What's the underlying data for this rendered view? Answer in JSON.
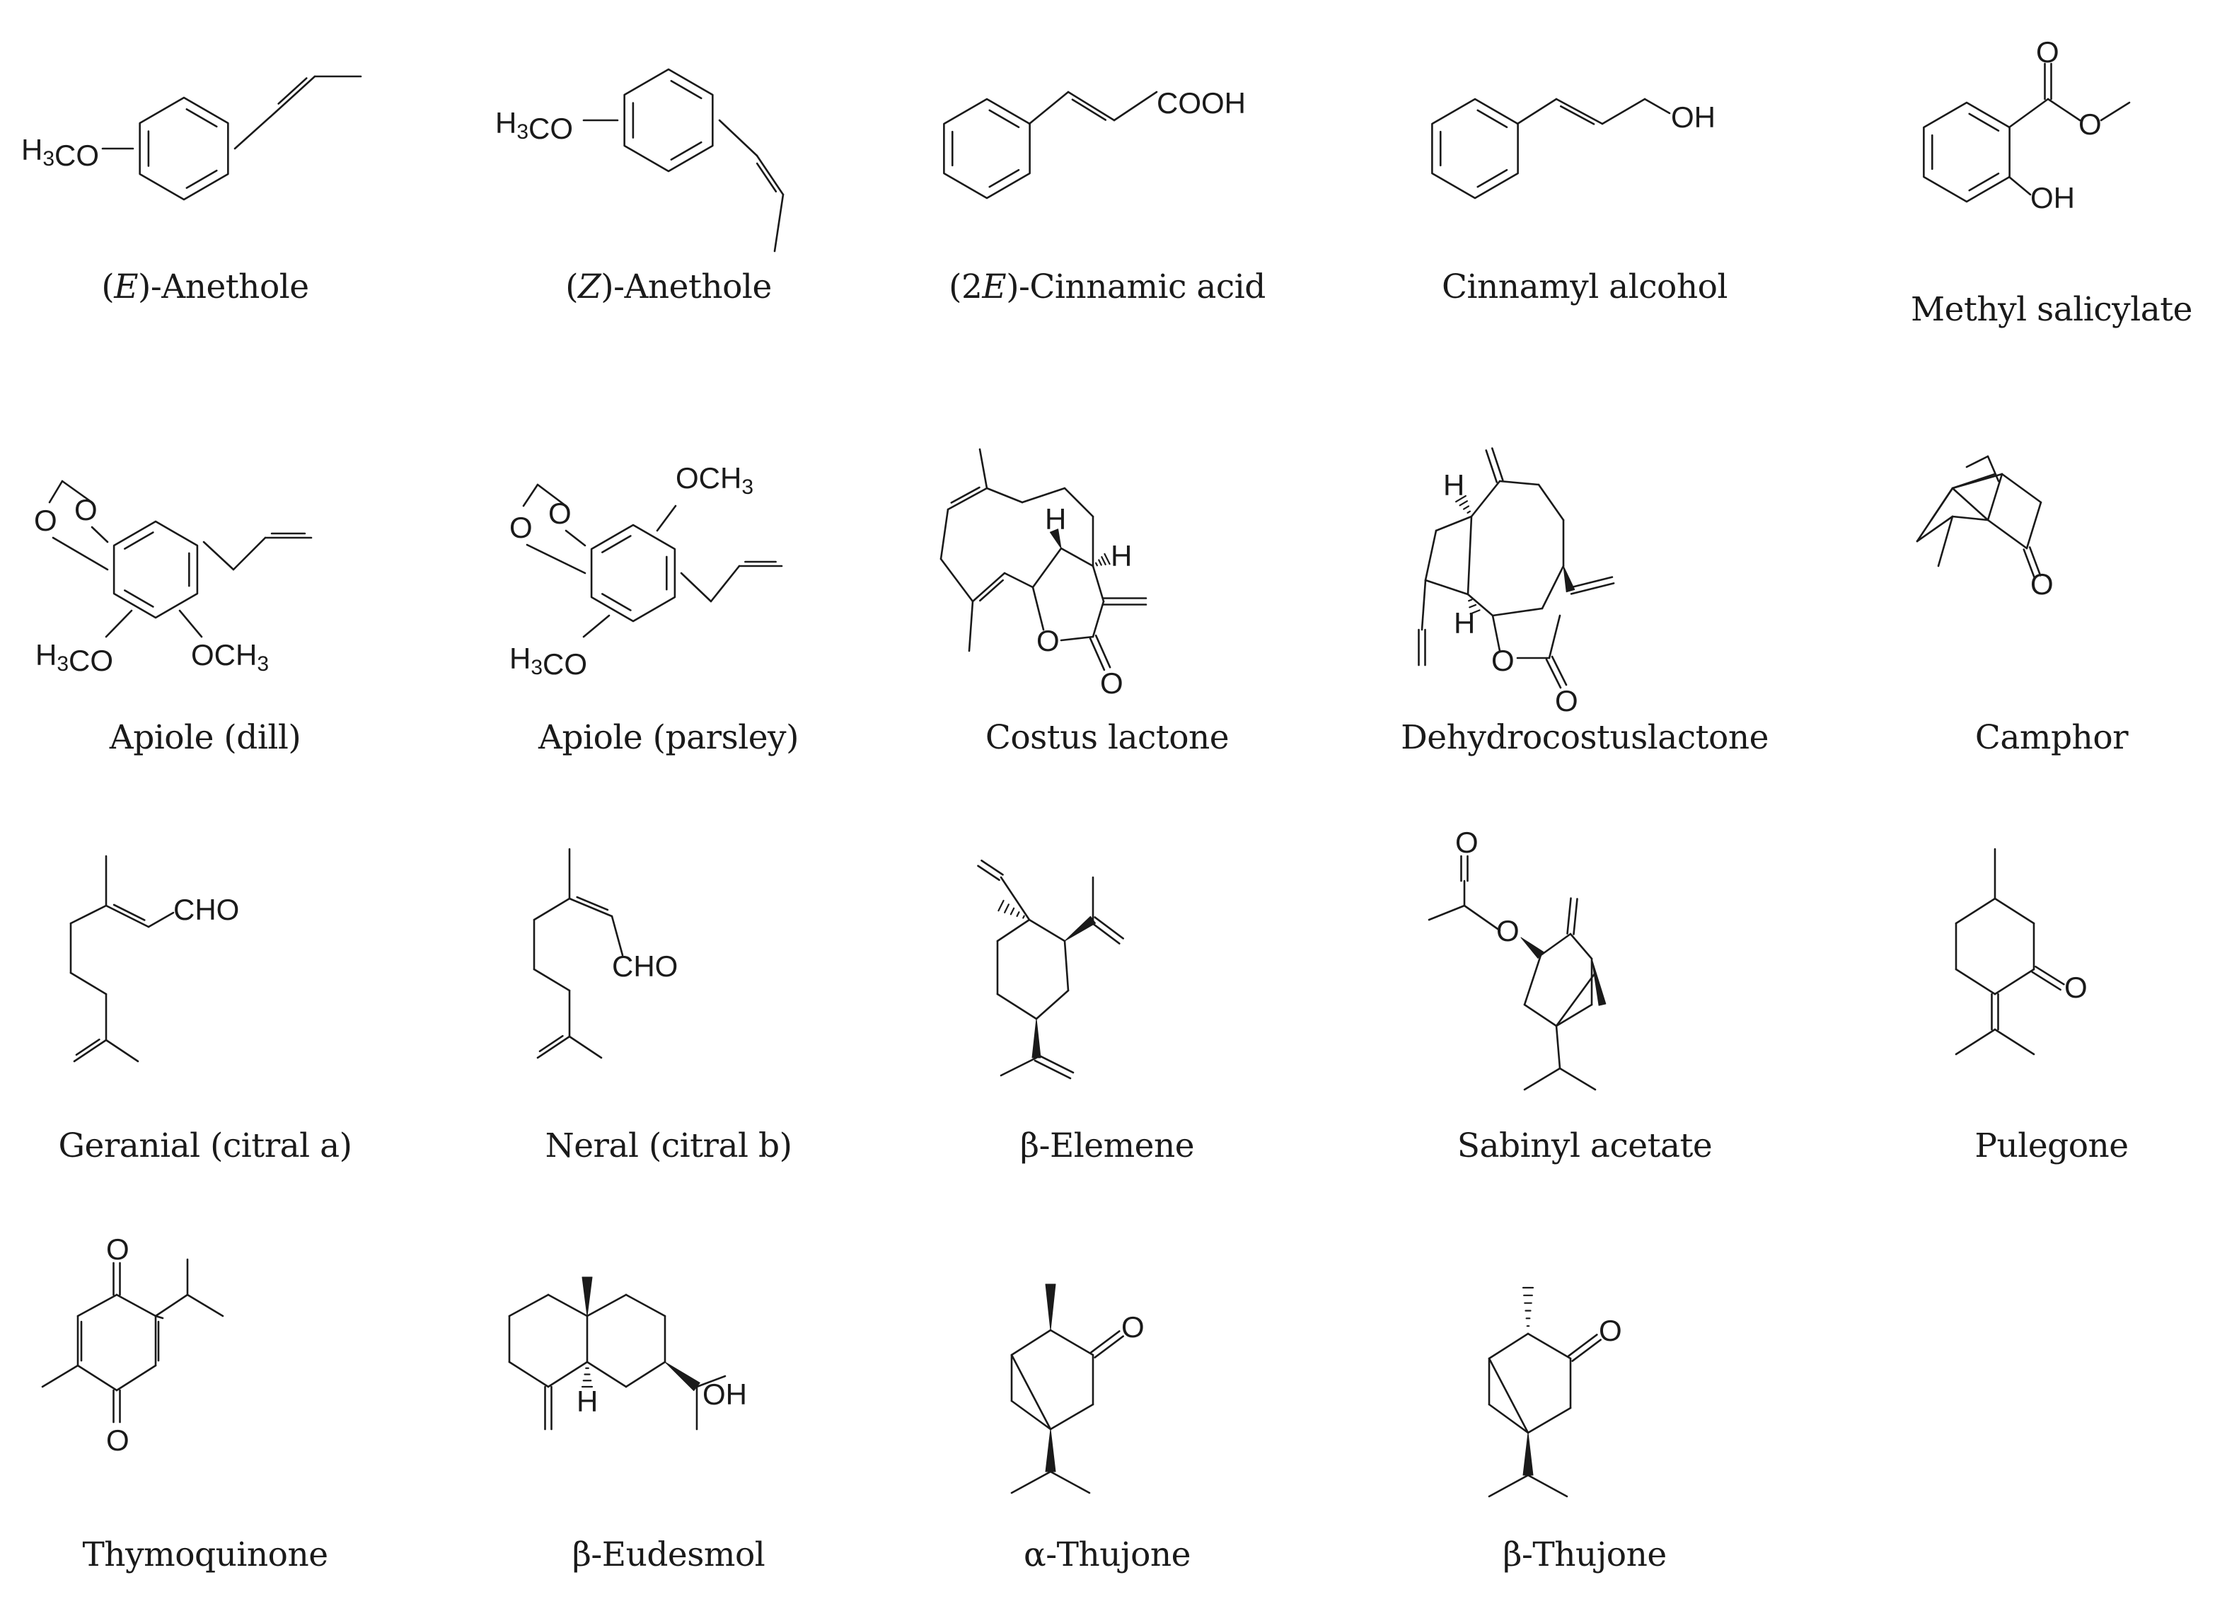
{
  "compounds": [
    {
      "key": "e_anethole",
      "prefix": "(",
      "italic": "E",
      "suffix": ")-Anethole"
    },
    {
      "key": "z_anethole",
      "prefix": "(",
      "italic": "Z",
      "suffix": ")-Anethole"
    },
    {
      "key": "cinnamic_acid",
      "prefix": "(2",
      "italic": "E",
      "suffix": ")-Cinnamic acid"
    },
    {
      "key": "cinnamyl_alcohol",
      "prefix": "",
      "italic": "",
      "suffix": "Cinnamyl alcohol"
    },
    {
      "key": "methyl_salicylate",
      "prefix": "",
      "italic": "",
      "suffix": "Methyl salicylate"
    },
    {
      "key": "apiole_dill",
      "prefix": "",
      "italic": "",
      "suffix": "Apiole (dill)"
    },
    {
      "key": "apiole_parsley",
      "prefix": "",
      "italic": "",
      "suffix": "Apiole (parsley)"
    },
    {
      "key": "costus_lactone",
      "prefix": "",
      "italic": "",
      "suffix": "Costus lactone"
    },
    {
      "key": "dehydrocostuslactone",
      "prefix": "",
      "italic": "",
      "suffix": "Dehydrocostuslactone"
    },
    {
      "key": "camphor",
      "prefix": "",
      "italic": "",
      "suffix": "Camphor"
    },
    {
      "key": "geranial",
      "prefix": "",
      "italic": "",
      "suffix": "Geranial (citral a)"
    },
    {
      "key": "neral",
      "prefix": "",
      "italic": "",
      "suffix": "Neral (citral b)"
    },
    {
      "key": "beta_elemene",
      "prefix": "",
      "italic": "",
      "suffix": "β-Elemene"
    },
    {
      "key": "sabinyl_acetate",
      "prefix": "",
      "italic": "",
      "suffix": "Sabinyl acetate"
    },
    {
      "key": "pulegone",
      "prefix": "",
      "italic": "",
      "suffix": "Pulegone"
    },
    {
      "key": "thymoquinone",
      "prefix": "",
      "italic": "",
      "suffix": "Thymoquinone"
    },
    {
      "key": "beta_eudesmol",
      "prefix": "",
      "italic": "",
      "suffix": "β-Eudesmol"
    },
    {
      "key": "alpha_thujone",
      "prefix": "",
      "italic": "",
      "suffix": "α-Thujone"
    },
    {
      "key": "beta_thujone",
      "prefix": "",
      "italic": "",
      "suffix": "β-Thujone"
    }
  ],
  "atom_labels": {
    "h3co": "H3CO",
    "ocH3": "OCH3",
    "cooh": "COOH",
    "oh": "OH",
    "o": "O",
    "h": "H",
    "cho": "CHO"
  }
}
